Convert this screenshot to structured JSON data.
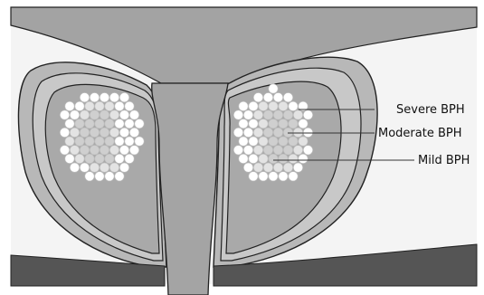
{
  "labels": {
    "severe": "Severe BPH",
    "moderate": "Moderate BPH",
    "mild": "Mild BPH"
  },
  "colors": {
    "background": "#f4f4f4",
    "wall_outer": "#b3b3b3",
    "wall_inner": "#c6c6c6",
    "gland_core": "#a6a6a6",
    "base_band": "#595959",
    "outline": "#222222",
    "nodule": "#ffffff",
    "nodule_mid": "#e3e3e3",
    "nodule_core": "#cfcfcf"
  }
}
